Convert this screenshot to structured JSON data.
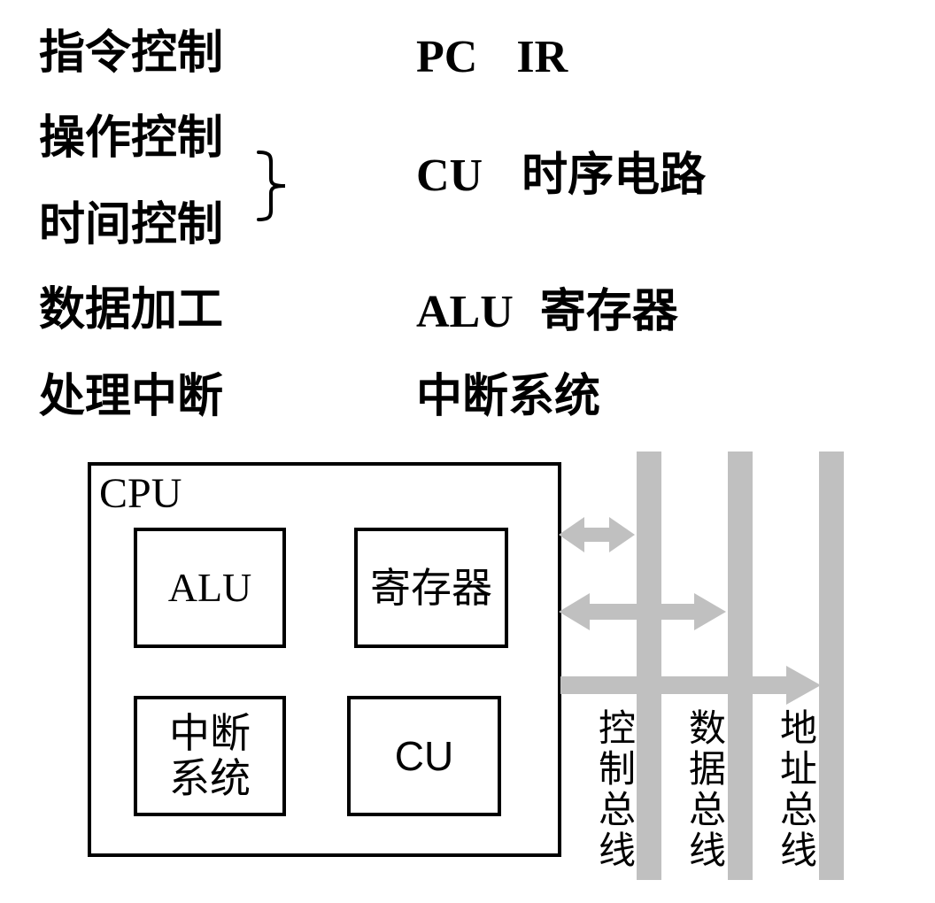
{
  "functions": [
    {
      "label": "指令控制",
      "components": [
        "PC",
        "IR"
      ]
    },
    {
      "label": "操作控制",
      "components": []
    },
    {
      "label": "时间控制",
      "components": []
    },
    {
      "label": "数据加工",
      "components": [
        "ALU",
        "寄存器"
      ]
    },
    {
      "label": "处理中断",
      "components": [
        "中断系统"
      ]
    }
  ],
  "grouped_components": [
    "CU",
    "时序电路"
  ],
  "cpu": {
    "label": "CPU",
    "units": [
      "ALU",
      "寄存器",
      "中断系统",
      "CU"
    ]
  },
  "buses": [
    {
      "label": "控制总线"
    },
    {
      "label": "数据总线"
    },
    {
      "label": "地址总线"
    }
  ],
  "colors": {
    "bus": "#c0c0c0",
    "box": "#000000"
  }
}
